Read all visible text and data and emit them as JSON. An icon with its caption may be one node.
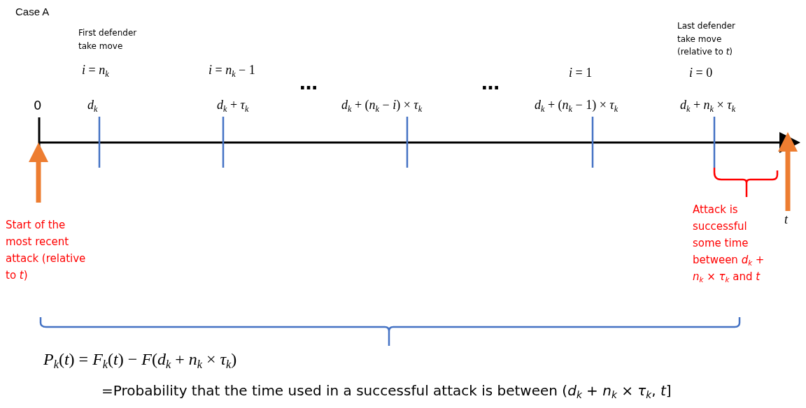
{
  "diagram": {
    "title": "Case A",
    "nodes": [
      {
        "text": [
          "Start of the most recent attack (relative to *t*)"
        ]
      },
      {
        "text": [
          "*t*"
        ]
      }
    ],
    "edges": [
      {
        "from": 0,
        "to": null,
        "arrow": "to"
      },
      {
        "from": 1,
        "to": null,
        "arrow": "to"
      }
    ],
    "labels": [
      "First defender take move",
      "Last defender take move (relative to *t*)",
      "*i* = *n*$_{k}$",
      "*i* = *n*$_{k}$ − 1",
      "*i* = 1",
      "*i* = 0",
      "…",
      "…",
      "0",
      "*d*$_{k}$",
      "*d*$_{k}$ + *τ*$_{k}$",
      "*d*$_{k}$ + (*n*$_{k}$ − *i*) × *τ*$_{k}$",
      "*d*$_{k}$ + (*n*$_{k}$ − 1) × *τ*$_{k}$",
      "*d*$_{k}$ + *n*$_{k}$ × *τ*$_{k}$",
      "Attack is successful some time between *d*$_{k}$ + *n*$_{k}$ × *τ*$_{k}$ and *t*",
      "*P*$_{k}$(*t*) = *F*$_{k}$(*t*) − *F*(*d*$_{k}$ + *n*$_{k}$ × *τ*$_{k}$)",
      "=Probability that the time used in a successful attack is between (*d*$_{k}$ + *n*$_{k}$ × *τ*$_{k}$, *t*]"
    ]
  }
}
